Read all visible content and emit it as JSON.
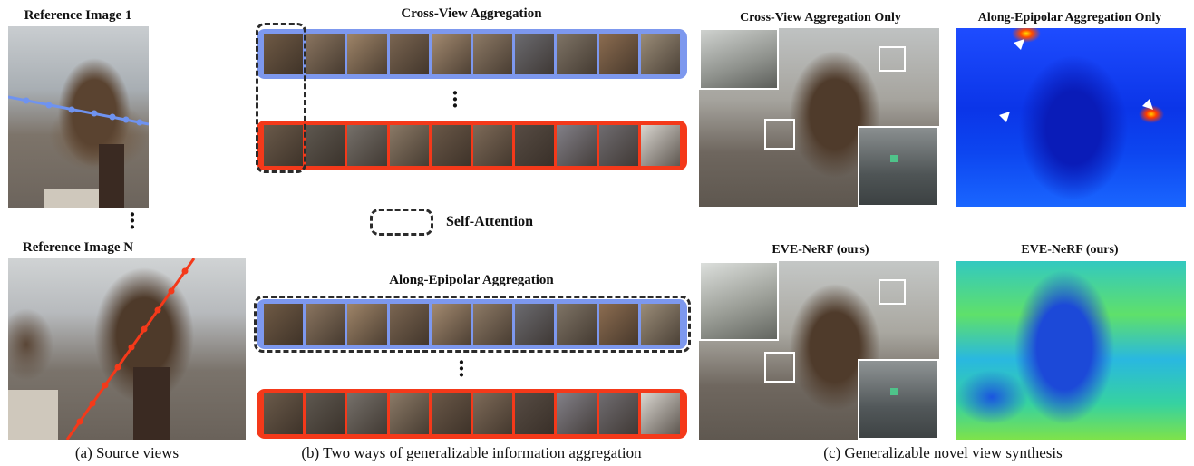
{
  "source_views": {
    "title_top": "Reference Image 1",
    "title_bottom": "Reference Image N",
    "caption": "(a) Source views"
  },
  "aggregation": {
    "title_cross": "Cross-View Aggregation",
    "title_epipolar": "Along-Epipolar Aggregation",
    "legend_label": "Self-Attention",
    "caption": "(b) Two ways of generalizable information aggregation"
  },
  "synthesis": {
    "title_cross_only": "Cross-View Aggregation Only",
    "title_epipolar_only": "Along-Epipolar Aggregation Only",
    "title_ours_left": "EVE-NeRF (ours)",
    "title_ours_right": "EVE-NeRF (ours)",
    "caption": "(c) Generalizable novel view synthesis"
  },
  "colors": {
    "blue_strip": "#7d98ee",
    "red_strip": "#f4391a",
    "dashed": "#2b2b2b",
    "arrow": "#ffffff"
  },
  "tiles_blue": [
    "#6f5a45",
    "#8a7560",
    "#9e8468",
    "#7a6551",
    "#a38a70",
    "#8d7a66",
    "#6b6b70",
    "#7f7466",
    "#8b6c50",
    "#9a8c78"
  ],
  "tiles_red": [
    "#6a5a4a",
    "#5e5850",
    "#75706a",
    "#8a7966",
    "#6a5848",
    "#7d6a58",
    "#574c44",
    "#828088",
    "#6f6c70",
    "#d9d6d0"
  ]
}
